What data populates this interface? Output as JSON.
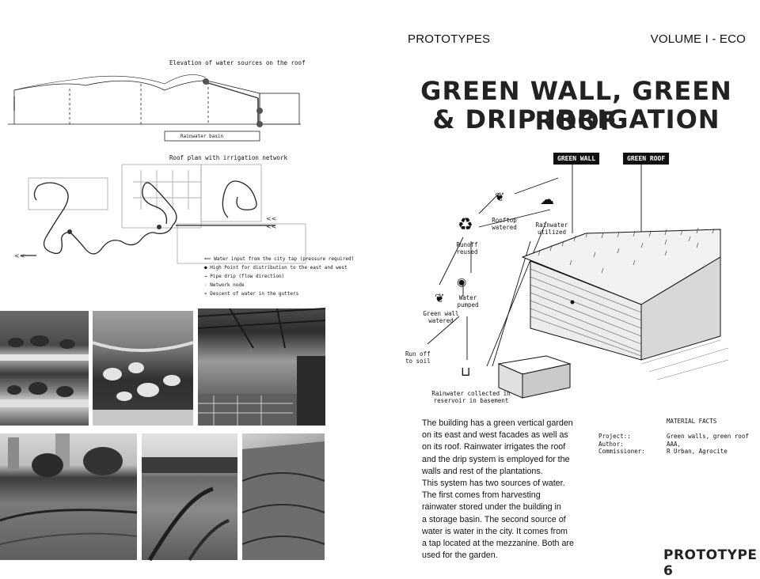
{
  "header": {
    "section": "PROTOTYPES",
    "volume": "VOLUME I - ECO"
  },
  "title": {
    "line1": "GREEN WALL, GREEN ROOF",
    "line2": "& DRIP IRRIGATION"
  },
  "sketches": {
    "elevation_title": "Elevation of water sources on the roof",
    "basin_label": "Rainwater basin",
    "plan_title": "Roof plan with irrigation network",
    "legend": [
      "Water input from the city tap (pressure required)",
      "High Point for distribution to the east and west",
      "Pipe drip (flow direction)",
      "Network node",
      "Descent of water in the gutters"
    ]
  },
  "diagram": {
    "tags": {
      "green_wall": "GREEN WALL",
      "green_roof": "GREEN ROOF"
    },
    "labels": {
      "rooftop": [
        "Rooftop",
        "watered"
      ],
      "rainwater_utilized": [
        "Rainwater",
        "utilized"
      ],
      "runoff_reused": [
        "Runoff",
        "reused"
      ],
      "water_pumped": [
        "Water",
        "pumped"
      ],
      "green_wall_watered": [
        "Green wall",
        "watered"
      ],
      "run_off_soil": [
        "Run off",
        "to soil"
      ],
      "reservoir": [
        "Rainwater collected in",
        "reservoir in basement"
      ]
    }
  },
  "body_text": [
    "The building has a green vertical garden",
    "on its east and west facades as well as",
    "on its roof. Rainwater irrigates the roof",
    "and the drip system is employed for the",
    "walls and rest of the plantations.",
    "This system has two sources of water.",
    "The first comes from harvesting",
    "rainwater stored under the building in",
    "a storage basin. The second source of",
    "water is water in the city. It comes from",
    "a tap located at the mezzanine. Both are",
    "used for the garden."
  ],
  "material_facts": {
    "title": "MATERIAL FACTS",
    "rows": [
      {
        "key": "Project::",
        "value": "Green walls, green roof"
      },
      {
        "key": "Author:",
        "value": "AAA,"
      },
      {
        "key": "Commissioner:",
        "value": "R Urban, Agrocite"
      }
    ]
  },
  "footer": "PROTOTYPE 6",
  "colors": {
    "ink": "#111111",
    "photo_dark": "#3a3a3a",
    "photo_mid": "#8a8a8a",
    "photo_light": "#d0d0d0"
  }
}
